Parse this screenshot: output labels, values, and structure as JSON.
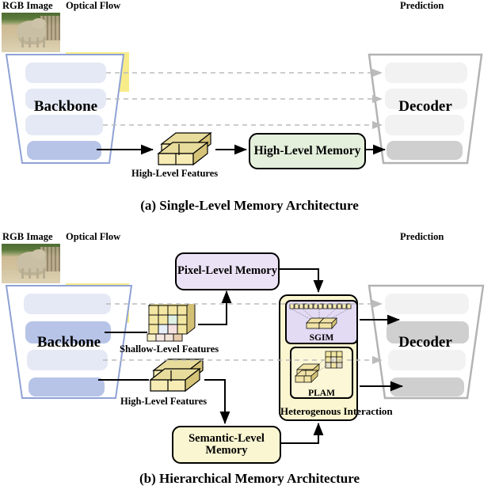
{
  "figure": {
    "panel_a": {
      "caption": "(a) Single-Level Memory Architecture",
      "inputs": [
        {
          "label": "RGB Image",
          "kind": "photo-camel"
        },
        {
          "label": "Optical Flow",
          "kind": "flow-camel"
        }
      ],
      "output": {
        "label": "Prediction",
        "kind": "binary-mask-camel"
      },
      "encoder": {
        "label": "Backbone",
        "layers": 4,
        "active_layers": [
          4
        ]
      },
      "decoder": {
        "label": "Decoder",
        "layers": 4,
        "active_layers": [
          4
        ]
      },
      "features": [
        {
          "label": "High-Level Features",
          "kind": "bars-3d"
        }
      ],
      "memory": [
        {
          "label": "High-Level Memory",
          "color": "#e4efdc"
        }
      ],
      "skip_connections": 3
    },
    "panel_b": {
      "caption": "(b) Hierarchical Memory Architecture",
      "inputs": [
        {
          "label": "RGB Image",
          "kind": "photo-camel"
        },
        {
          "label": "Optical Flow",
          "kind": "flow-camel"
        }
      ],
      "output": {
        "label": "Prediction",
        "kind": "binary-mask-camel"
      },
      "encoder": {
        "label": "Backbone",
        "layers": 4,
        "active_layers": [
          2,
          4
        ]
      },
      "decoder": {
        "label": "Decoder",
        "layers": 4,
        "active_layers": [
          2,
          4
        ]
      },
      "features": [
        {
          "label": "Shallow-Level Features",
          "kind": "cube-grid"
        },
        {
          "label": "High-Level Features",
          "kind": "bars-3d"
        }
      ],
      "memory": [
        {
          "label": "Pixel-Level Memory",
          "color": "#ece2f5"
        },
        {
          "label": "Semantic-Level Memory",
          "color": "#fbf6d2"
        }
      ],
      "interaction": {
        "label": "Heterogenous Interaction",
        "color": "#fbf6cf",
        "modules": [
          {
            "label": "SGIM",
            "color": "#e3daf4"
          },
          {
            "label": "PLAM",
            "color": "#fcf7d6"
          }
        ]
      },
      "skip_connections": 2
    }
  },
  "colors": {
    "backbone_outline": "#8fa2d4",
    "backbone_layer_idle": "#e4e9f5",
    "backbone_layer_active": "#b7c4e8",
    "decoder_outline": "#b3b3b3",
    "decoder_layer_idle": "#f2f2f2",
    "decoder_layer_active": "#cfcfcf",
    "feature_yellow": "#f5e7a3",
    "feature_yellow_dark": "#d9c878",
    "arrow": "#000000",
    "skip_dashed": "#bbbbbb"
  }
}
